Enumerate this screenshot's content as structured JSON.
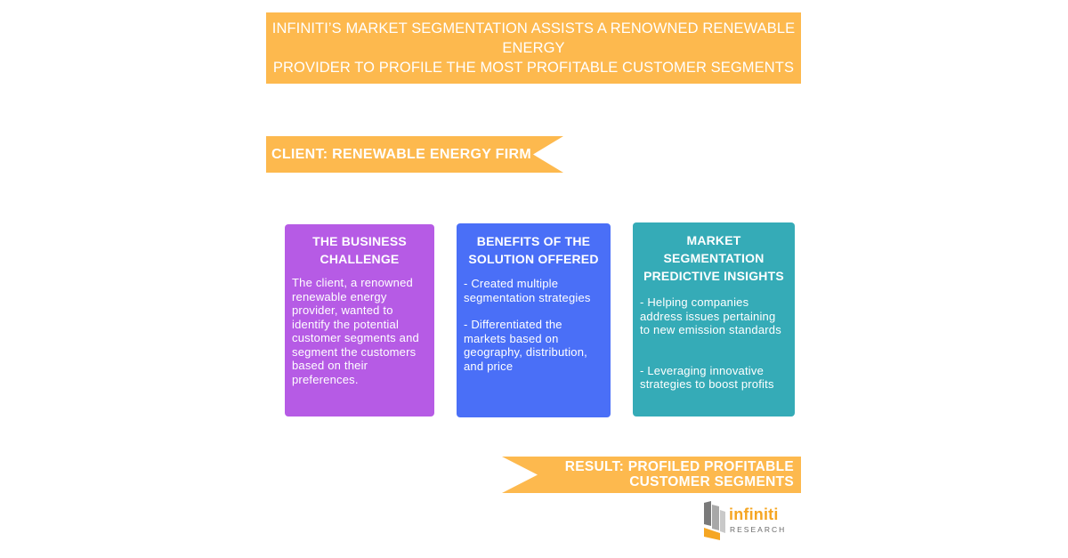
{
  "title": {
    "line1": "INFINITI’S MARKET SEGMENTATION ASSISTS A RENOWNED RENEWABLE ENERGY",
    "line2": "PROVIDER TO PROFILE THE MOST PROFITABLE CUSTOMER SEGMENTS"
  },
  "client": {
    "label": "CLIENT: RENEWABLE ENERGY FIRM"
  },
  "cards": [
    {
      "title_line1": "THE BUSINESS",
      "title_line2": "CHALLENGE",
      "body": [
        "The client, a renowned renewable energy provider, wanted to identify the potential customer segments and segment the customers based on their preferences."
      ]
    },
    {
      "title_line1": "BENEFITS OF THE",
      "title_line2": "SOLUTION OFFERED",
      "body": [
        "- Created multiple segmentation strategies",
        "- Differentiated the markets based on geography, distribution, and price"
      ]
    },
    {
      "title_line1": "MARKET SEGMENTATION",
      "title_line2": "PREDICTIVE INSIGHTS",
      "body": [
        "- Helping companies address issues pertaining to new emission standards",
        "- Leveraging innovative strategies to boost profits"
      ]
    }
  ],
  "result": {
    "line1": "RESULT: PROFILED PROFITABLE",
    "line2": "CUSTOMER SEGMENTS"
  },
  "logo": {
    "word": "infiniti",
    "sub": "RESEARCH"
  },
  "colors": {
    "accent_orange": "#FDB94E",
    "card_purple": "#B65BE5",
    "card_blue": "#4A6FF7",
    "card_teal": "#35ABB7"
  }
}
